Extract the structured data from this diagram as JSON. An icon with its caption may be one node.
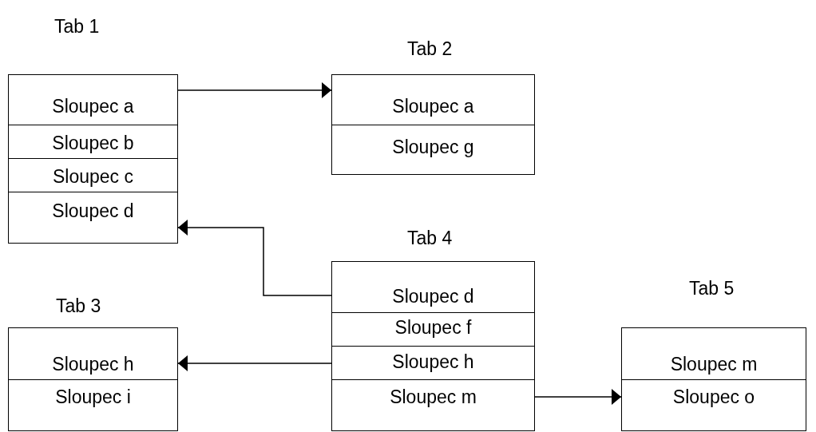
{
  "diagram": {
    "nodes": [
      {
        "text": [
          "Tab 1"
        ]
      },
      {
        "text": [
          "Sloupec a"
        ],
        "in": 0
      },
      {
        "text": [
          "Sloupec b"
        ],
        "in": 0
      },
      {
        "text": [
          "Sloupec c"
        ],
        "in": 0
      },
      {
        "text": [
          "Sloupec d"
        ],
        "in": 0
      },
      {
        "text": [
          "Tab 2"
        ]
      },
      {
        "text": [
          "Sloupec a"
        ],
        "in": 5
      },
      {
        "text": [
          "Sloupec g"
        ],
        "in": 5
      },
      {
        "text": [
          "Tab 4"
        ]
      },
      {
        "text": [
          "Sloupec d"
        ],
        "in": 8
      },
      {
        "text": [
          "Sloupec f"
        ],
        "in": 8
      },
      {
        "text": [
          "Sloupec h"
        ],
        "in": 8
      },
      {
        "text": [
          "Sloupec m"
        ],
        "in": 8
      },
      {
        "text": [
          "Tab 3"
        ]
      },
      {
        "text": [
          "Sloupec h"
        ],
        "in": 13
      },
      {
        "text": [
          "Sloupec i"
        ],
        "in": 13
      },
      {
        "text": [
          "Tab 5"
        ]
      },
      {
        "text": [
          "Sloupec m"
        ],
        "in": 16
      },
      {
        "text": [
          "Sloupec o"
        ],
        "in": 16
      }
    ],
    "edges": [
      {
        "from": 1,
        "to": 6,
        "arrow": "to"
      },
      {
        "from": 9,
        "to": 4,
        "arrow": "to"
      },
      {
        "from": 11,
        "to": 14,
        "arrow": "to"
      },
      {
        "from": 12,
        "to": 16,
        "arrow": "to"
      }
    ]
  }
}
